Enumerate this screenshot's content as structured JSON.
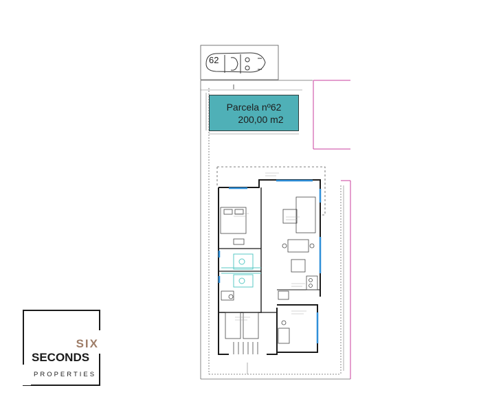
{
  "parcel": {
    "title": "Parcela nº62",
    "area": "200,00 m2"
  },
  "parking": {
    "number": "62"
  },
  "brand": {
    "line1": "SIX",
    "line2": "SECONDS",
    "line3": "PROPERTIES"
  },
  "colors": {
    "parcel_fill": "#4fb0b7",
    "boundary": "#c83c9e",
    "window": "#2f8fd8",
    "bathroom": "#59c9c4",
    "wall": "#1a1a1a",
    "brand_accent": "#9e7d68"
  }
}
